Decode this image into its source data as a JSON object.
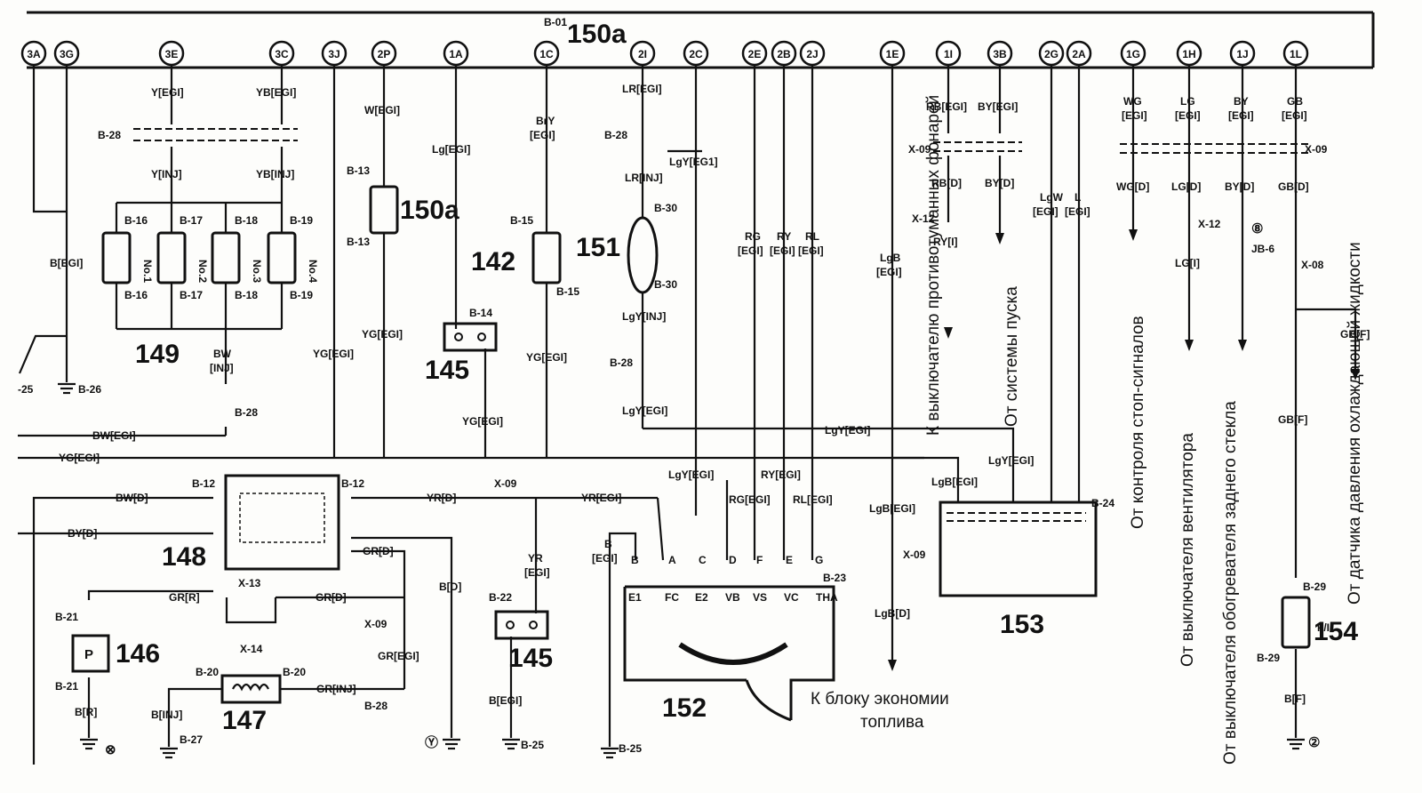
{
  "header": {
    "code": "B-01",
    "title": "150a"
  },
  "terminals": [
    "3A",
    "3G",
    "3E",
    "3C",
    "3J",
    "2P",
    "1A",
    "1C",
    "2I",
    "2C",
    "2E",
    "2B",
    "2J",
    "1E",
    "1I",
    "3B",
    "2G",
    "2A",
    "1G",
    "1H",
    "1J",
    "1L"
  ],
  "components": {
    "c149": "149",
    "c150a": "150a",
    "c142": "142",
    "c151": "151",
    "c145a": "145",
    "c145b": "145",
    "c148": "148",
    "c146": "146",
    "c147": "147",
    "c152": "152",
    "c153": "153",
    "c154": "154",
    "p_symbol": "P"
  },
  "injectors": [
    "No.1",
    "No.2",
    "No.3",
    "No.4"
  ],
  "sensor_pins": [
    "B",
    "A",
    "C",
    "D",
    "F",
    "E",
    "G"
  ],
  "sensor_inner": [
    "E1",
    "FC",
    "E2",
    "VB",
    "VS",
    "VC",
    "THA"
  ],
  "wires": {
    "y_egi": "Y[EGI]",
    "yb_egi": "YB[EGI]",
    "y_inj": "Y[INJ]",
    "yb_inj": "YB[INJ]",
    "w_egi": "W[EGI]",
    "lg_egi": "Lg[EGI]",
    "bry": "BrY",
    "egi": "[EGI]",
    "lr_egi": "LR[EGI]",
    "lgy_egi1": "LgY[EG1]",
    "lr_inj": "LR[INJ]",
    "lgy_inj": "LgY[INJ]",
    "lgy_egi": "LgY[EGI]",
    "b_egi": "B[EGI]",
    "yg_egi": "YG[EGI]",
    "bw": "BW",
    "inj": "[INJ]",
    "bw_egi": "BW[EGI]",
    "bw_d": "BW[D]",
    "by_d": "BY[D]",
    "yr_d": "YR[D]",
    "yr_egi": "YR[EGI]",
    "yr": "YR",
    "gr_d": "GR[D]",
    "gr_r": "GR[R]",
    "gr_egi": "GR[EGI]",
    "gr_inj": "GR[INJ]",
    "b_d": "B[D]",
    "b_r": "B[R]",
    "b_inj": "B[INJ]",
    "b": "B",
    "rb_egi": "RB[EGI]",
    "by_egi": "BY[EGI]",
    "rb_d": "RB[D]",
    "ry_i": "RY[I]",
    "lgw": "LgW",
    "l": "L",
    "lgb": "LgB",
    "lgb_egi": "LgB[EGI]",
    "lgb_d": "LgB[D]",
    "rg": "RG",
    "ry": "RY",
    "rl": "RL",
    "rg_egi": "RG[EGI]",
    "ry_egi": "RY[EGI]",
    "rl_egi": "RL[EGI]",
    "wg": "WG",
    "lg": "LG",
    "by": "BY",
    "gb": "GB",
    "wg_d": "WG[D]",
    "lg_d": "LG[D]",
    "by_d2": "BY[D]",
    "gb_d": "GB[D]",
    "lg_i": "LG[I]",
    "gb_f": "GB[F]",
    "b_f": "B[F]",
    "fi": "F/I"
  },
  "connectors": {
    "b28": "B-28",
    "b16": "B-16",
    "b17": "B-17",
    "b18": "B-18",
    "b19": "B-19",
    "b13": "B-13",
    "b15": "B-15",
    "b14": "B-14",
    "b30": "B-30",
    "b12": "B-12",
    "x09": "X-09",
    "x12": "X-12",
    "x13": "X-13",
    "x14": "X-14",
    "x08": "X-08",
    "b21": "B-21",
    "b20": "B-20",
    "b22": "B-22",
    "b23": "B-23",
    "b24": "B-24",
    "b25": "B-25",
    "b26": "B-26",
    "b27": "B-27",
    "b29": "B-29",
    "jb6": "JB-6",
    "m25": "-25"
  },
  "notes": {
    "fog": "К выключателю противотуманных фонарей",
    "start": "От системы пуска",
    "stop": "От контроля стоп-сигналов",
    "fan": "От выключателя вентилятора",
    "rear": "От выключателя обогревателя заднего стекла",
    "temp": "От датчика давления охлаждающей жидкости",
    "economy1": "К блоку экономии",
    "economy2": "топлива"
  },
  "ground_marks": {
    "g8": "⑧",
    "gy": "Ⓨ",
    "gx": "⊗",
    "g2": "②"
  }
}
